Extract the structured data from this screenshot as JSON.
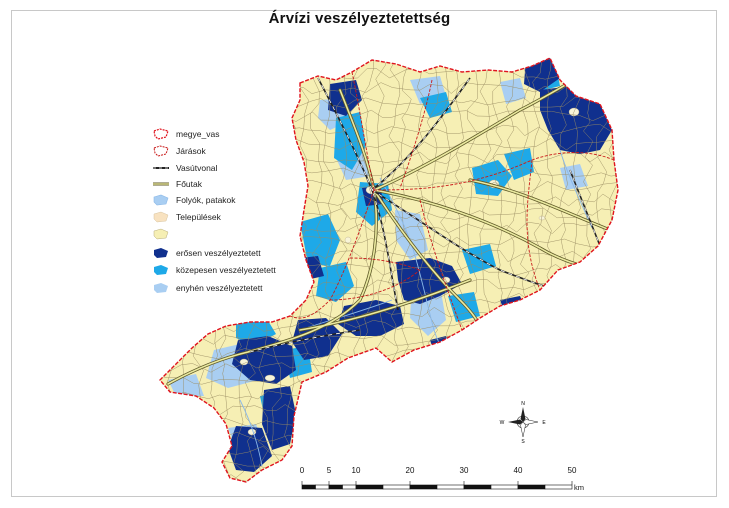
{
  "title": "Árvízi veszélyeztetettség",
  "colors": {
    "settlement": "#f6efb4",
    "strong": "#10308e",
    "medium": "#1ea9e8",
    "light": "#a9cef2",
    "boundary_county": "#e0141e",
    "boundary_district": "#c91a1a",
    "inner_lines": "#9a8c62",
    "road": "#5f5a28",
    "road_fill": "#eae9a0",
    "rail": "#222222",
    "river": "#8ab8e8"
  },
  "legend": [
    {
      "id": "megye",
      "label": "megye_vas",
      "symbol": "county-boundary"
    },
    {
      "id": "jarasok",
      "label": "Járások",
      "symbol": "district-boundary"
    },
    {
      "id": "vasut",
      "label": "Vasútvonal",
      "symbol": "railway"
    },
    {
      "id": "fout",
      "label": "Főutak",
      "symbol": "main-road"
    },
    {
      "id": "folyo",
      "label": "Folyók, patakok",
      "symbol": "water"
    },
    {
      "id": "telep",
      "label": "Települések",
      "symbol": "settlement"
    },
    {
      "id": "alap",
      "label": "",
      "symbol": "base-area"
    },
    {
      "id": "eros",
      "label": "erősen veszélyeztetett",
      "symbol": "strong"
    },
    {
      "id": "kozep",
      "label": "közepesen veszélyeztetett",
      "symbol": "medium"
    },
    {
      "id": "enyhe",
      "label": "enyhén veszélyeztetett",
      "symbol": "light"
    }
  ],
  "north_arrow": {
    "n": "N",
    "s": "S",
    "e": "E",
    "w": "W"
  },
  "scale_bar": {
    "ticks": [
      0,
      5,
      10,
      20,
      30,
      40,
      50
    ],
    "unit": "km"
  }
}
